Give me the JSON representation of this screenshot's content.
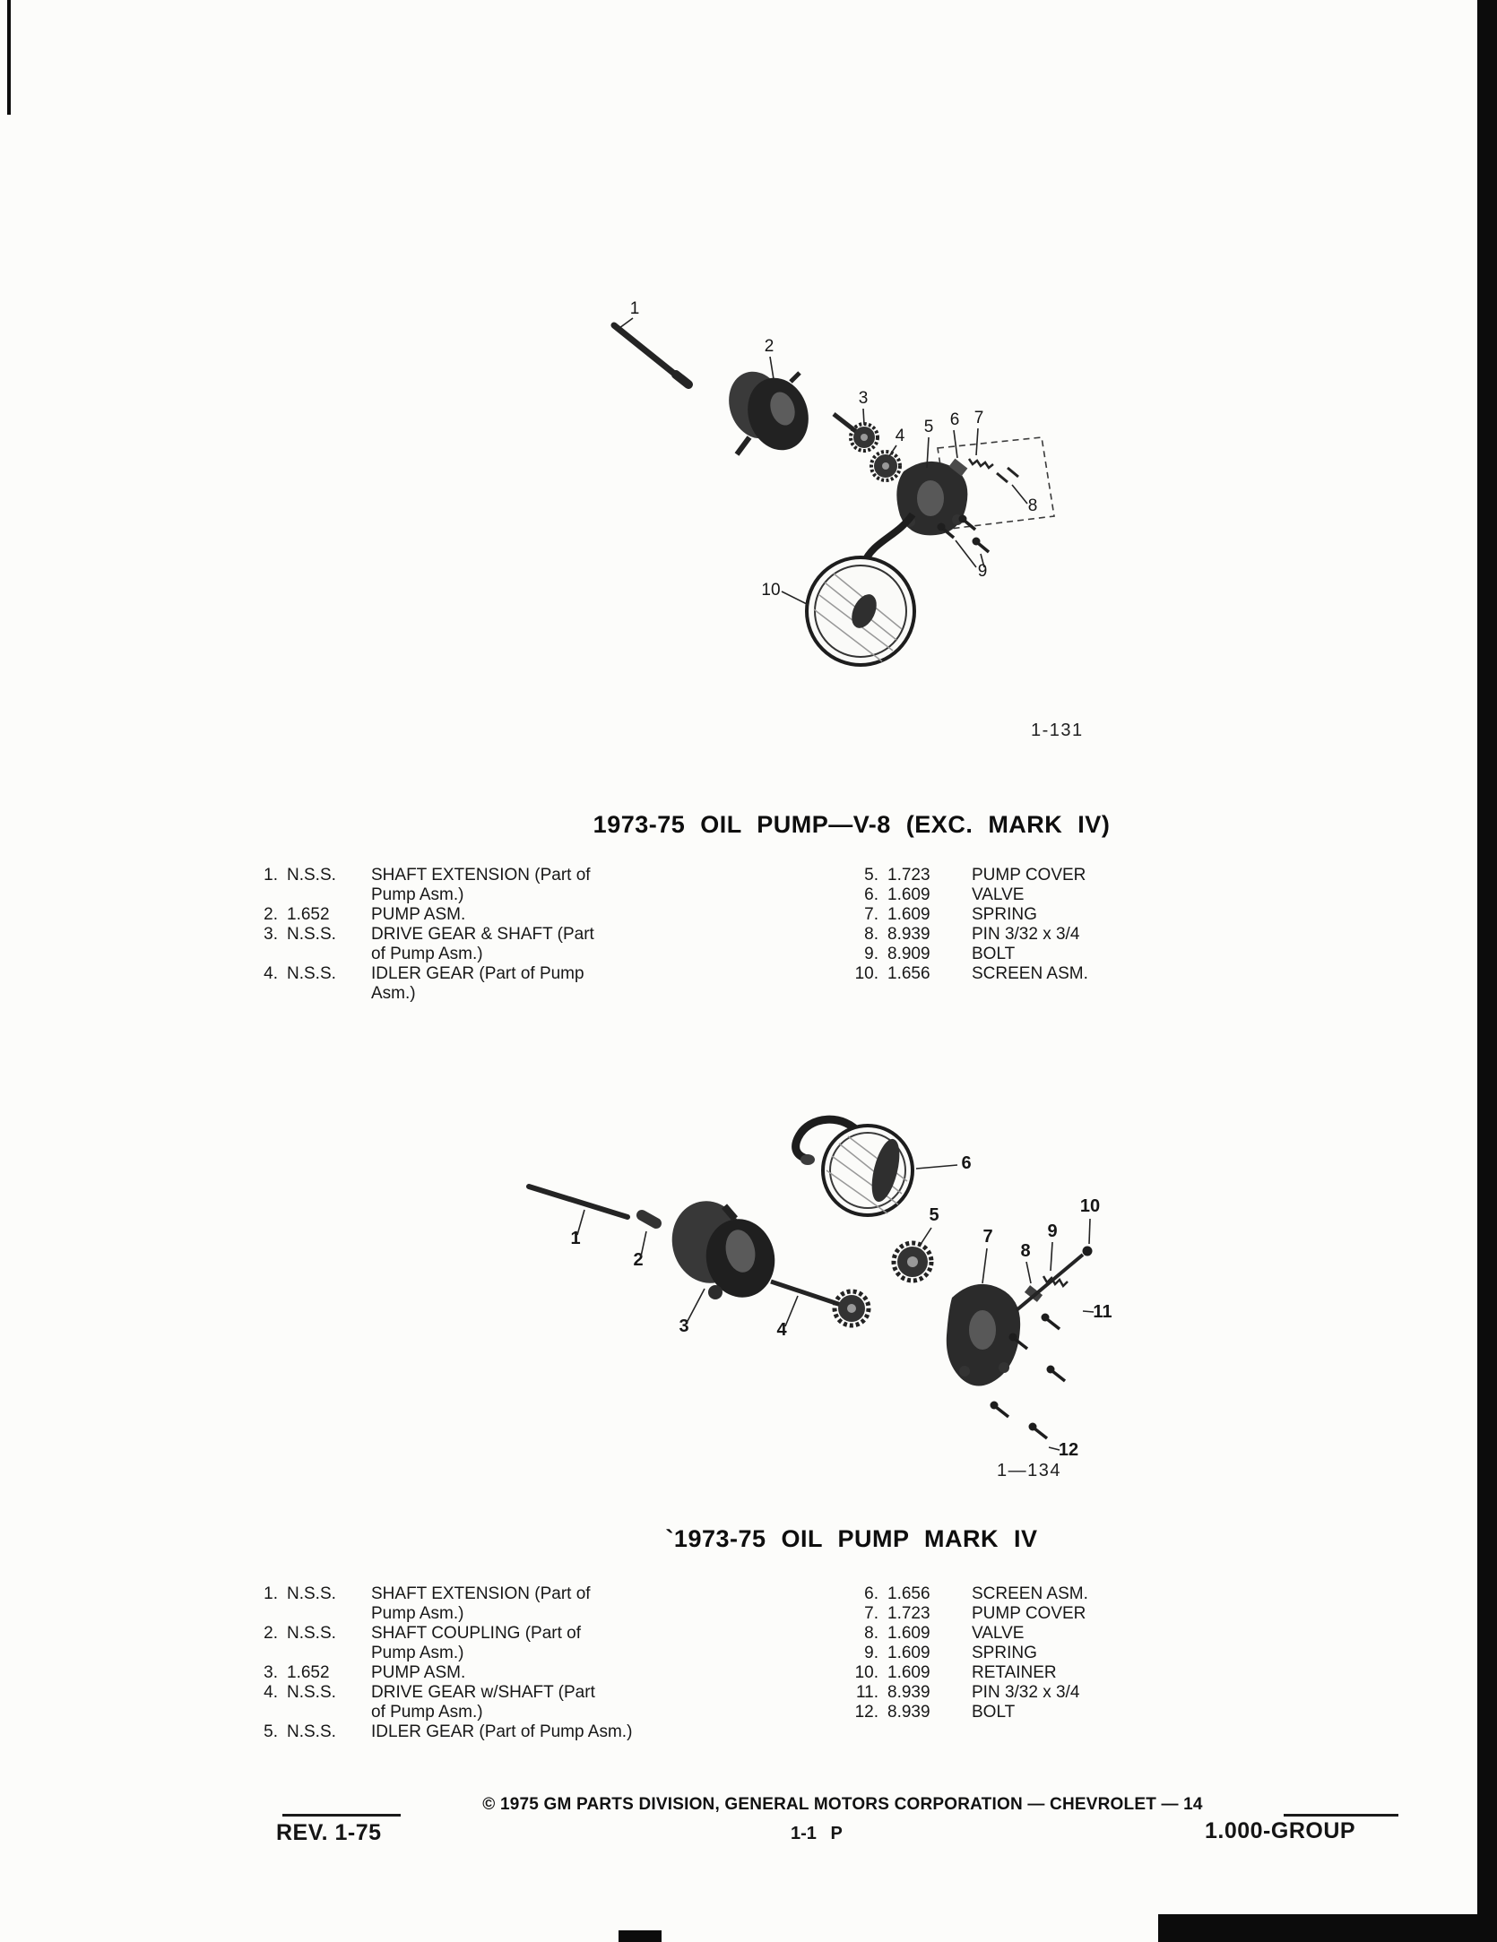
{
  "figure1": {
    "label": "1-131",
    "callouts": [
      "1",
      "2",
      "3",
      "4",
      "5",
      "6",
      "7",
      "8",
      "9",
      "10"
    ]
  },
  "section1": {
    "title": "1973-75 OIL PUMP—V-8 (EXC. MARK IV)",
    "left": [
      {
        "num": "1.",
        "group": "N.S.S.",
        "lines": [
          "SHAFT EXTENSION (Part of",
          "Pump Asm.)"
        ]
      },
      {
        "num": "2.",
        "group": "1.652",
        "lines": [
          "PUMP ASM."
        ]
      },
      {
        "num": "3.",
        "group": "N.S.S.",
        "lines": [
          "DRIVE GEAR & SHAFT (Part",
          "of Pump Asm.)"
        ]
      },
      {
        "num": "4.",
        "group": "N.S.S.",
        "lines": [
          "IDLER GEAR (Part of Pump",
          "Asm.)"
        ]
      }
    ],
    "right": [
      {
        "num": "5.",
        "group": "1.723",
        "lines": [
          "PUMP COVER"
        ]
      },
      {
        "num": "6.",
        "group": "1.609",
        "lines": [
          "VALVE"
        ]
      },
      {
        "num": "7.",
        "group": "1.609",
        "lines": [
          "SPRING"
        ]
      },
      {
        "num": "8.",
        "group": "8.939",
        "lines": [
          "PIN 3/32 x 3/4"
        ]
      },
      {
        "num": "9.",
        "group": "8.909",
        "lines": [
          "BOLT"
        ]
      },
      {
        "num": "10.",
        "group": "1.656",
        "lines": [
          "SCREEN ASM."
        ]
      }
    ]
  },
  "figure2": {
    "label": "1—134",
    "callouts": [
      "1",
      "2",
      "3",
      "4",
      "5",
      "6",
      "7",
      "8",
      "9",
      "10",
      "11",
      "12"
    ]
  },
  "section2": {
    "title": "`1973-75 OIL PUMP MARK IV",
    "left": [
      {
        "num": "1.",
        "group": "N.S.S.",
        "lines": [
          "SHAFT EXTENSION (Part of",
          "Pump Asm.)"
        ]
      },
      {
        "num": "2.",
        "group": "N.S.S.",
        "lines": [
          "SHAFT COUPLING (Part of",
          "Pump Asm.)"
        ]
      },
      {
        "num": "3.",
        "group": "1.652",
        "lines": [
          "PUMP ASM."
        ]
      },
      {
        "num": "4.",
        "group": "N.S.S.",
        "lines": [
          "DRIVE GEAR w/SHAFT (Part",
          "of Pump Asm.)"
        ]
      },
      {
        "num": "5.",
        "group": "N.S.S.",
        "lines": [
          "IDLER GEAR (Part of Pump Asm.)"
        ]
      }
    ],
    "right": [
      {
        "num": "6.",
        "group": "1.656",
        "lines": [
          "SCREEN ASM."
        ]
      },
      {
        "num": "7.",
        "group": "1.723",
        "lines": [
          "PUMP COVER"
        ]
      },
      {
        "num": "8.",
        "group": "1.609",
        "lines": [
          "VALVE"
        ]
      },
      {
        "num": "9.",
        "group": "1.609",
        "lines": [
          "SPRING"
        ]
      },
      {
        "num": "10.",
        "group": "1.609",
        "lines": [
          "RETAINER"
        ]
      },
      {
        "num": "11.",
        "group": "8.939",
        "lines": [
          "PIN 3/32 x 3/4"
        ]
      },
      {
        "num": "12.",
        "group": "8.939",
        "lines": [
          "BOLT"
        ]
      }
    ]
  },
  "footer": {
    "copyright": "© 1975 GM PARTS DIVISION, GENERAL MOTORS CORPORATION — CHEVROLET — 14",
    "rev": "REV. 1-75",
    "page_code": "1-1 P",
    "group": "1.000-GROUP"
  },
  "colors": {
    "ink": "#151515",
    "paper": "#fcfcfa"
  }
}
